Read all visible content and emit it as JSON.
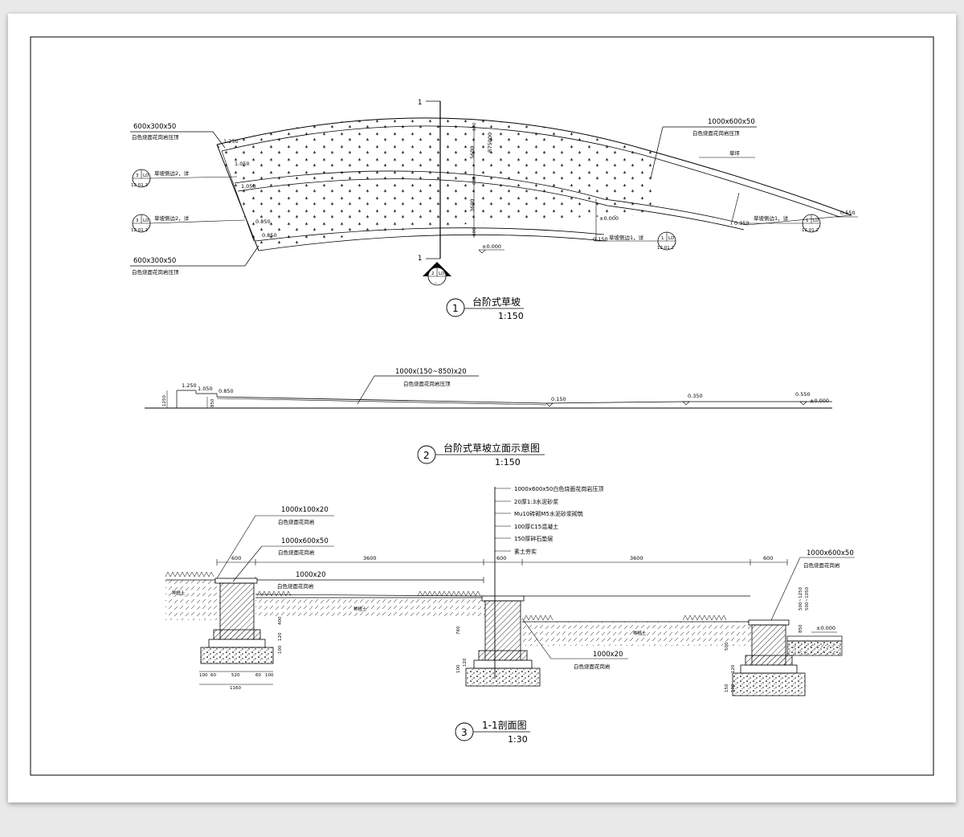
{
  "plan": {
    "section_cut": "1",
    "labels": {
      "top_left_dim": "600x300x50",
      "top_left_mat": "白色烧面花岗岩压顶",
      "bottom_left_dim": "600x300x50",
      "bottom_left_mat": "白色烧面花岗岩压顶",
      "right_dim": "1000x600x50",
      "right_mat": "白色烧面花岗岩压顶",
      "grass": "草坪"
    },
    "elevations": [
      "1.250",
      "1.050",
      "1.050",
      "0.850",
      "0.850",
      "±0.000",
      "±0.000",
      "0.150",
      "0.350",
      "0.550"
    ],
    "dims": [
      "600",
      "5600",
      "600",
      "3600",
      "600",
      "R75000"
    ],
    "detail_refs": [
      {
        "text": "草坡侧边2，详",
        "num": "3",
        "sheet": "LD",
        "page": "12.01.2"
      },
      {
        "text": "草坡侧边2，详",
        "num": "3",
        "sheet": "LD",
        "page": "12.01.2"
      },
      {
        "text": "草坡侧边1，详",
        "num": "1",
        "sheet": "LD",
        "page": "12.01.2"
      },
      {
        "text": "草坡侧边1，详",
        "num": "1",
        "sheet": "LD",
        "page": "12.01.2"
      }
    ],
    "elev_marker": {
      "num": "2",
      "sheet": "LD",
      "page": "--"
    },
    "title": {
      "num": "1",
      "name": "台阶式草坡",
      "scale": "1:150"
    }
  },
  "elevation": {
    "label_dim": "1000x(150~850)x20",
    "label_mat": "白色烧面花岗岩压顶",
    "levels": [
      "1.250",
      "1.050",
      "0.850",
      "0.150",
      "0.350",
      "0.550",
      "±0.000"
    ],
    "dims": [
      "1250",
      "850"
    ],
    "title": {
      "num": "2",
      "name": "台阶式草坡立面示意图",
      "scale": "1:150"
    }
  },
  "section": {
    "layers": [
      "1000x600x50白色烧面花岗岩压顶",
      "20厚1:3水泥砂浆",
      "Mu10砖砌M5水泥砂浆砌筑",
      "100厚C15混凝土",
      "150厚碎石垫层",
      "素土夯实"
    ],
    "callouts": {
      "c1_dim": "1000x100x20",
      "c1_mat": "白色烧面花岗岩",
      "c2_dim": "1000x600x50",
      "c2_mat": "白色烧面花岗岩",
      "c3_dim": "1000x20",
      "c3_mat": "白色烧面花岗岩",
      "c4_dim": "1000x20",
      "c4_mat": "白色烧面花岗岩",
      "c5_dim": "1000x600x50",
      "c5_mat": "白色烧面花岗岩"
    },
    "soil": "种植土",
    "top_dims": [
      "600",
      "3600",
      "600",
      "3600",
      "600"
    ],
    "bottom_dims": [
      "100",
      "60",
      "520",
      "60",
      "100",
      "1160"
    ],
    "vert_dims": [
      "400",
      "120",
      "100",
      "760",
      "100",
      "120",
      "150",
      "100",
      "500",
      "120",
      "150",
      "100",
      "500~1250",
      "500~1050",
      "850"
    ],
    "level": "±0.000",
    "title": {
      "num": "3",
      "name": "1-1剖面图",
      "scale": "1:30"
    }
  }
}
